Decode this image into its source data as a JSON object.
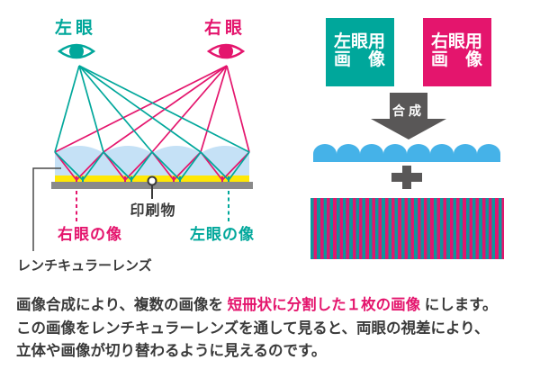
{
  "colors": {
    "teal": "#00A79B",
    "pink": "#E4156D",
    "lens_fill_blue": "#C5E1F6",
    "print_yellow": "#FFE805",
    "base_gray": "#8A8A8A",
    "lenticular_blue": "#45B2E8",
    "dark_gray": "#595757",
    "stripe_teal": "#0D989D",
    "text_dark": "#3A3A3A"
  },
  "left_diagram": {
    "left_eye_label": "左眼",
    "right_eye_label": "右眼",
    "printed_matter_label": "印刷物",
    "right_eye_image_label": "右眼の像",
    "left_eye_image_label": "左眼の像",
    "lenticular_lens_label": "レンチキュラーレンズ"
  },
  "right_panel": {
    "left_image_box": {
      "line1": "左眼用",
      "line2": "画　像"
    },
    "right_image_box": {
      "line1": "右眼用",
      "line2": "画　像"
    },
    "merge_arrow_label": "合成",
    "plus_sign": "＋"
  },
  "caption": {
    "line1_pre": "画像合成により、複数の画像を ",
    "line1_highlight": "短冊状に分割した１枚の画像",
    "line1_post": " にします。",
    "line2": "この画像をレンチキュラーレンズを通して見ると、両眼の視差により、",
    "line3": "立体や画像が切り替わるように見えるのです。"
  }
}
